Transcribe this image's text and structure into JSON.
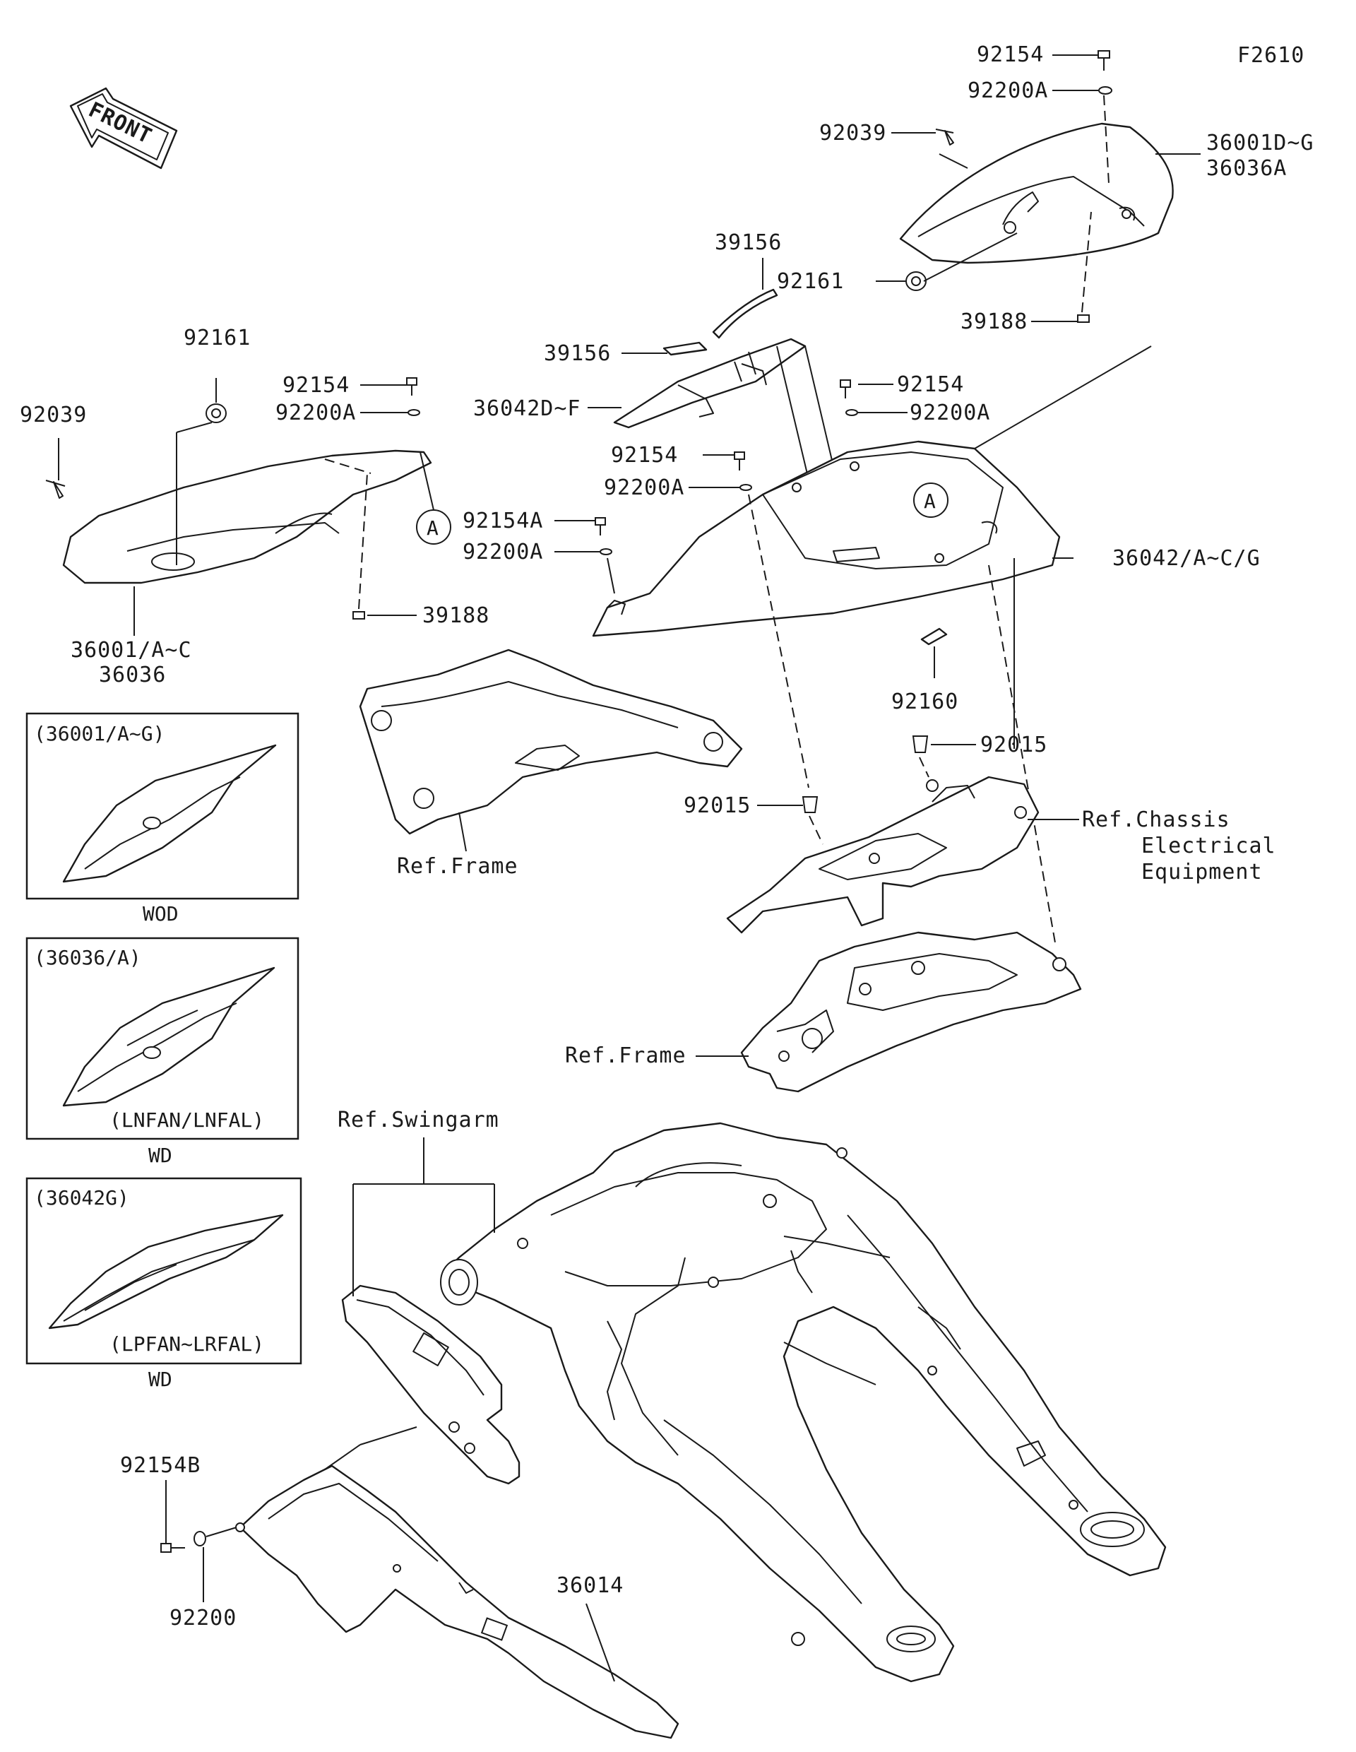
{
  "figure_id": "F2610",
  "front_label": "FRONT",
  "callout_marker": "A",
  "parts": {
    "bolt_92154": "92154",
    "washer_92200A": "92200A",
    "screw_92039": "92039",
    "cover_36001D_G": "36001D~G",
    "cover_36036A": "36036A",
    "pad_39156": "39156",
    "grommet_92161": "92161",
    "pad_39188": "39188",
    "cover_36042D_F": "36042D~F",
    "bolt_92154A": "92154A",
    "cover_36042_A_C_G": "36042/A~C/G",
    "cover_36001_A_C": "36001/A~C",
    "cover_36036": "36036",
    "clip_92160": "92160",
    "collar_92015": "92015",
    "bolt_92154B": "92154B",
    "washer_92200": "92200",
    "chain_cover_36014": "36014"
  },
  "refs": {
    "frame": "Ref.Frame",
    "chassis_line1": "Ref.Chassis",
    "chassis_line2": "Electrical",
    "chassis_line3": "Equipment",
    "swingarm": "Ref.Swingarm"
  },
  "variants": [
    {
      "part": "(36001/A~G)",
      "note": "",
      "caption": "WOD"
    },
    {
      "part": "(36036/A)",
      "note": "(LNFAN/LNFAL)",
      "caption": "WD"
    },
    {
      "part": "(36042G)",
      "note": "(LPFAN~LRFAL)",
      "caption": "WD"
    }
  ]
}
